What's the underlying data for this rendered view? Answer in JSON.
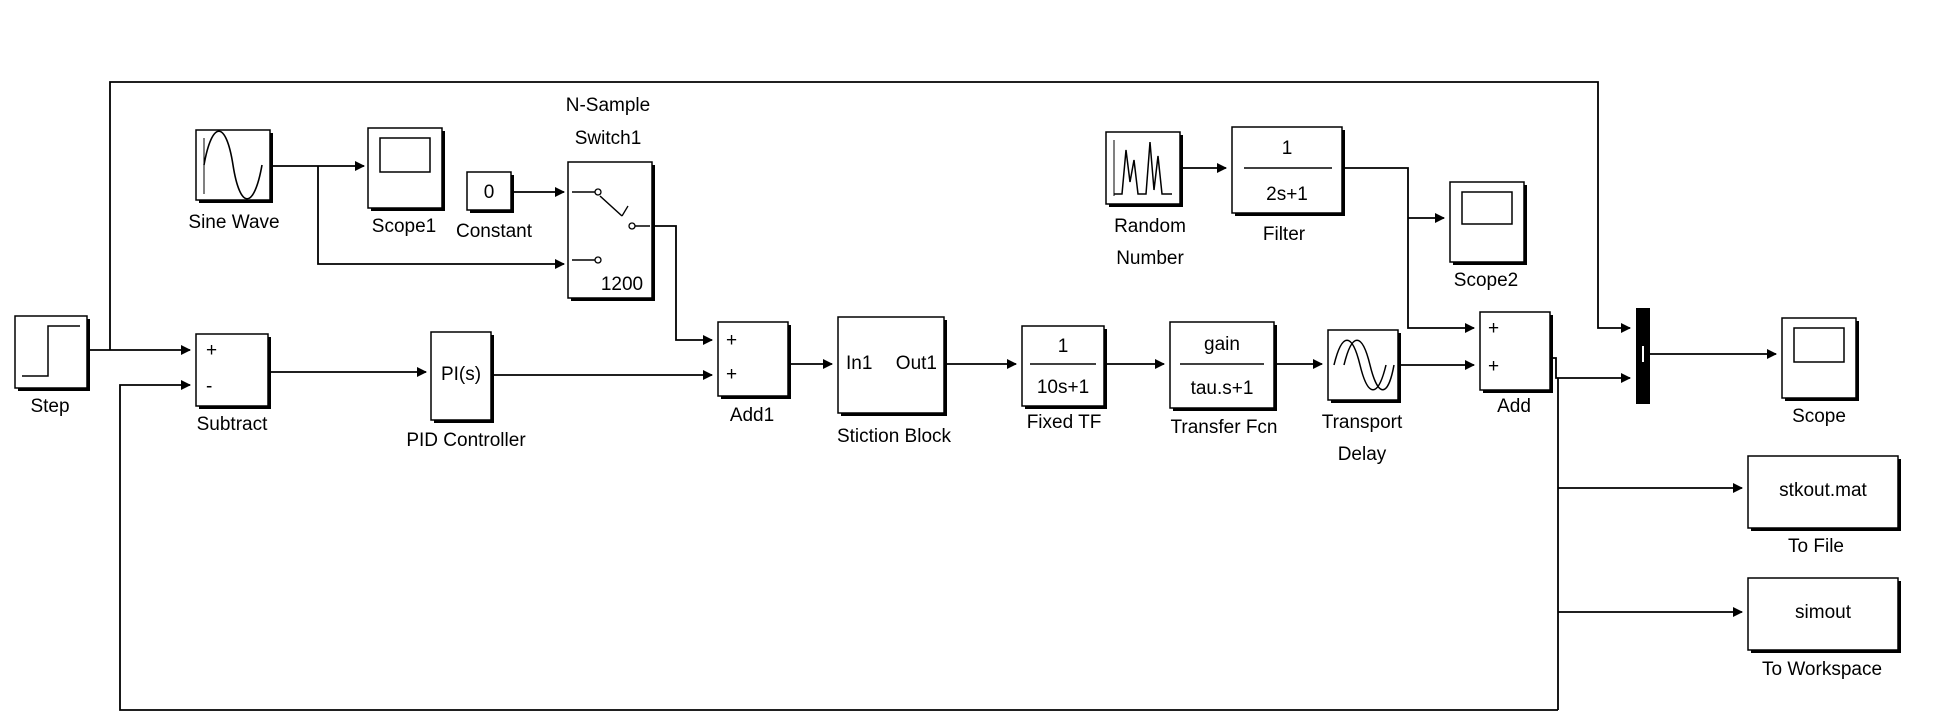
{
  "blocks": {
    "step": {
      "label": "Step"
    },
    "sine_wave": {
      "label": "Sine Wave"
    },
    "scope1": {
      "label": "Scope1"
    },
    "constant": {
      "label": "Constant",
      "value": "0"
    },
    "nsample_switch": {
      "label_line1": "N-Sample",
      "label_line2": "Switch1",
      "param": "1200"
    },
    "subtract": {
      "label": "Subtract",
      "port_plus": "+",
      "port_minus": "-"
    },
    "pid": {
      "label": "PID Controller",
      "text": "PI(s)"
    },
    "add1": {
      "label": "Add1",
      "port1": "+",
      "port2": "+"
    },
    "stiction": {
      "label": "Stiction Block",
      "in_port": "In1",
      "out_port": "Out1"
    },
    "fixed_tf": {
      "label": "Fixed TF",
      "numerator": "1",
      "denominator": "10s+1"
    },
    "transfer_fcn": {
      "label": "Transfer Fcn",
      "numerator": "gain",
      "denominator": "tau.s+1"
    },
    "transport_delay": {
      "label_line1": "Transport",
      "label_line2": "Delay"
    },
    "random_number": {
      "label_line1": "Random",
      "label_line2": "Number"
    },
    "filter": {
      "label": "Filter",
      "numerator": "1",
      "denominator": "2s+1"
    },
    "scope2": {
      "label": "Scope2"
    },
    "add": {
      "label": "Add",
      "port1": "+",
      "port2": "+"
    },
    "scope": {
      "label": "Scope"
    },
    "to_file": {
      "label": "To File",
      "text": "stkout.mat"
    },
    "to_workspace": {
      "label": "To Workspace",
      "text": "simout"
    }
  }
}
